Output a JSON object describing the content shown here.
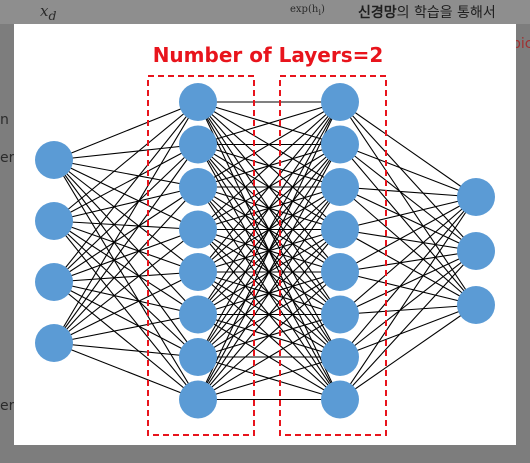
{
  "background": {
    "formula_left": "x",
    "formula_left_sub": "d",
    "formula_right": "exp(h",
    "formula_right_sub": "i",
    "korean_bold": "신경망",
    "korean_rest": "의 학습을 통해서",
    "right_fragment": "pic",
    "left_fragments": [
      "n",
      "er",
      "er"
    ]
  },
  "diagram": {
    "title": "Number of Layers=2",
    "title_color": "#e8141c",
    "node_color": "#5b9bd5",
    "edge_color": "#000000",
    "box_color": "#e8141c",
    "layers": [
      {
        "name": "input",
        "count": 4
      },
      {
        "name": "hidden-1",
        "count": 8
      },
      {
        "name": "hidden-2",
        "count": 8
      },
      {
        "name": "output",
        "count": 3
      }
    ]
  }
}
